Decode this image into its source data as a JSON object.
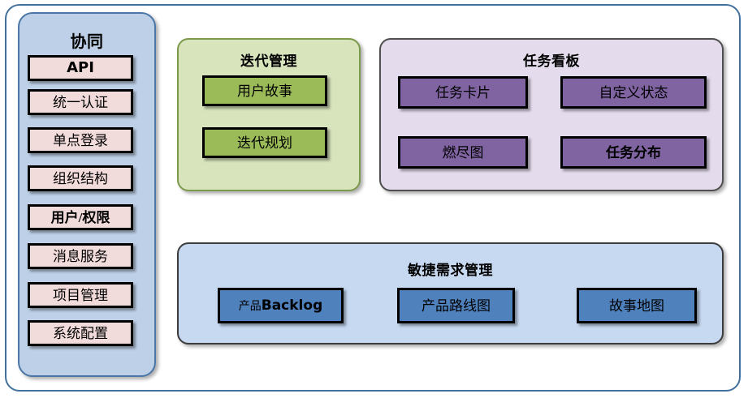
{
  "diagram": {
    "title_hidden": "",
    "colors": {
      "frame_border": "#41719c",
      "sidebar_panel_bg": "#bdd0e7",
      "sidebar_item_bg": "#f2dcdb",
      "iteration_panel_bg": "#d8e4bc",
      "iteration_item_bg": "#9bbb59",
      "taskboard_panel_bg": "#e4dced",
      "taskboard_item_bg": "#8064a2",
      "agile_panel_bg": "#c6d9f1",
      "agile_item_bg": "#4f81bd",
      "box_border": "#000000",
      "text": "#000000"
    }
  },
  "sidebar": {
    "title": "协同",
    "items": [
      {
        "label": "API",
        "bold": true
      },
      {
        "label": "统一认证",
        "bold": false
      },
      {
        "label": "单点登录",
        "bold": false
      },
      {
        "label": "组织结构",
        "bold": false
      },
      {
        "label": "用户/权限",
        "bold": false
      },
      {
        "label": "消息服务",
        "bold": false
      },
      {
        "label": "项目管理",
        "bold": false
      },
      {
        "label": "系统配置",
        "bold": false
      }
    ]
  },
  "iteration": {
    "title": "迭代管理",
    "items": [
      {
        "label": "用户故事"
      },
      {
        "label": "迭代规划"
      }
    ]
  },
  "taskboard": {
    "title": "任务看板",
    "items": [
      {
        "label": "任务卡片"
      },
      {
        "label": "自定义状态"
      },
      {
        "label": "燃尽图"
      },
      {
        "label": "任务分布"
      }
    ]
  },
  "agile": {
    "title": "敏捷需求管理",
    "items": [
      {
        "label_cjk": "产品",
        "label_latin": "Backlog",
        "label": "产品Backlog"
      },
      {
        "label": "产品路线图"
      },
      {
        "label": "故事地图"
      }
    ]
  }
}
